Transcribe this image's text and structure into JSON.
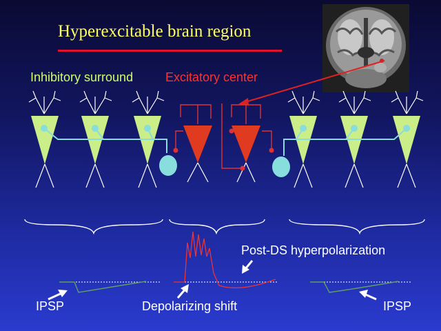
{
  "title": "Hyperexcitable brain region",
  "labels": {
    "inhibitory": "Inhibitory surround",
    "excitatory": "Excitatory center",
    "post_ds": "Post-DS hyperpolarization",
    "ipsp_left": "IPSP",
    "depolarizing_shift": "Depolarizing shift",
    "ipsp_right": "IPSP"
  },
  "colors": {
    "title": "#ffff66",
    "underline": "#e01030",
    "inhibitory_neuron": "#ccee88",
    "excitatory_neuron": "#e03a20",
    "interneuron": "#88dddd",
    "red_wiring": "#dd3333",
    "ipsp_trace": "#5fa05f",
    "ds_trace": "#ee3333"
  }
}
